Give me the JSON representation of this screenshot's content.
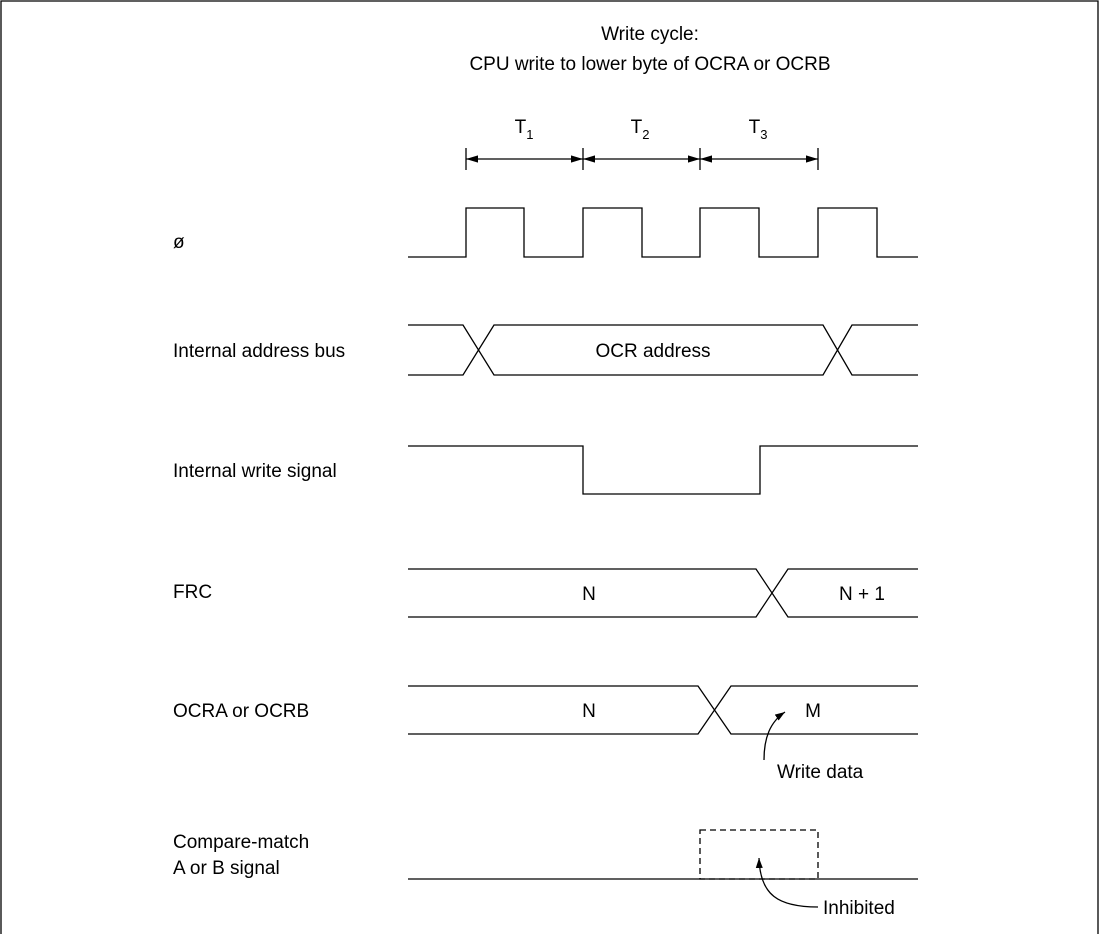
{
  "title": {
    "line1": "Write cycle:",
    "line2": "CPU write to lower byte of OCRA or OCRB"
  },
  "periods": [
    {
      "main": "T",
      "sub": "1"
    },
    {
      "main": "T",
      "sub": "2"
    },
    {
      "main": "T",
      "sub": "3"
    }
  ],
  "signals": {
    "clock": "ø",
    "address_bus": "Internal address bus",
    "write_signal": "Internal write signal",
    "frc": "FRC",
    "ocr": "OCRA or OCRB",
    "compare_line1": "Compare-match",
    "compare_line2": "A or B signal"
  },
  "values": {
    "address": "OCR address",
    "frc_before": "N",
    "frc_after": "N + 1",
    "ocr_before": "N",
    "ocr_after": "M"
  },
  "annotations": {
    "write_data": "Write data",
    "inhibited": "Inhibited"
  }
}
